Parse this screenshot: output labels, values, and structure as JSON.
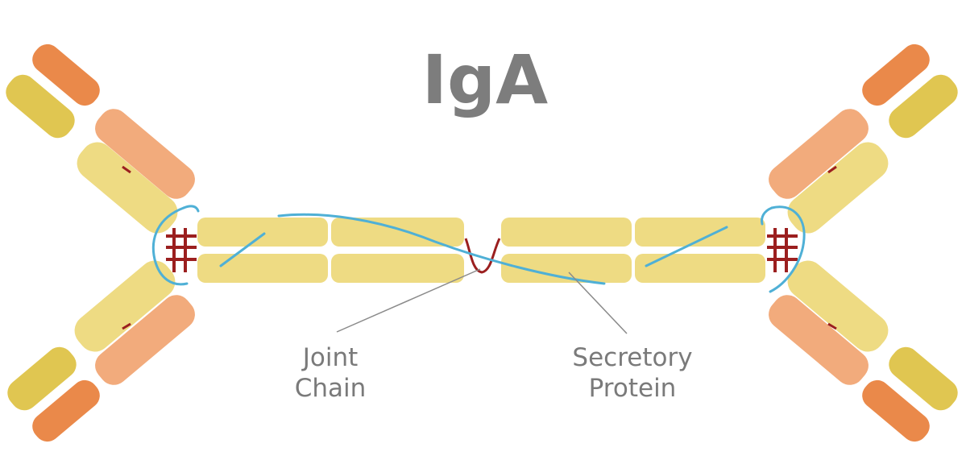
{
  "title": "IgA",
  "labels": {
    "joint_chain_line1": "Joint",
    "joint_chain_line2": "Chain",
    "secretory_line1": "Secretory",
    "secretory_line2": "Protein"
  },
  "colors": {
    "heavy_chain": "#eedb83",
    "light_chain_dark": "#e0c651",
    "light_peach": "#f2ab7c",
    "light_orange": "#ea894a",
    "disulfide": "#9b1f1f",
    "secretory": "#4fb0d6",
    "leader_line": "#8a8a8a",
    "text": "#7a7a7a"
  }
}
